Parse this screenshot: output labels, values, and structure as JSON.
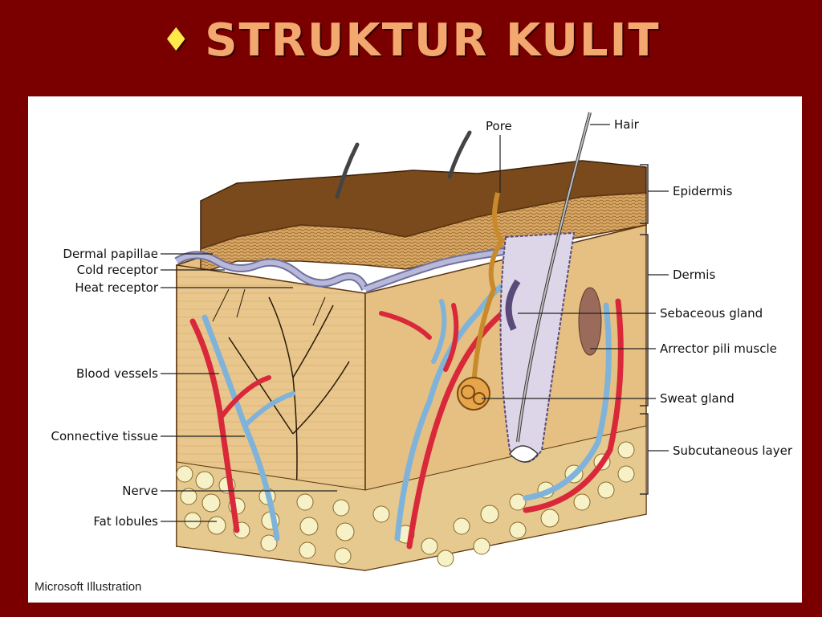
{
  "title": {
    "bullet": "♦",
    "text": "STRUKTUR KULIT"
  },
  "diagram": {
    "left_labels": [
      "Dermal papillae",
      "Cold receptor",
      "Heat receptor",
      "Blood vessels",
      "Connective tissue",
      "Nerve",
      "Fat lobules"
    ],
    "top_labels": [
      "Pore",
      "Hair"
    ],
    "right_labels": [
      "Epidermis",
      "Dermis",
      "Sebaceous gland",
      "Arrector pili muscle",
      "Sweat gland",
      "Subcutaneous layer"
    ],
    "credit": "Microsoft Illustration"
  },
  "colors": {
    "background": "#7a0000",
    "title": "#f3a870",
    "bullet": "#ffe94a",
    "epidermis": "#d9a865",
    "dermis": "#e9c68c",
    "artery": "#d8283a",
    "vein": "#7fb3d9",
    "fat": "#f7f1c8"
  }
}
